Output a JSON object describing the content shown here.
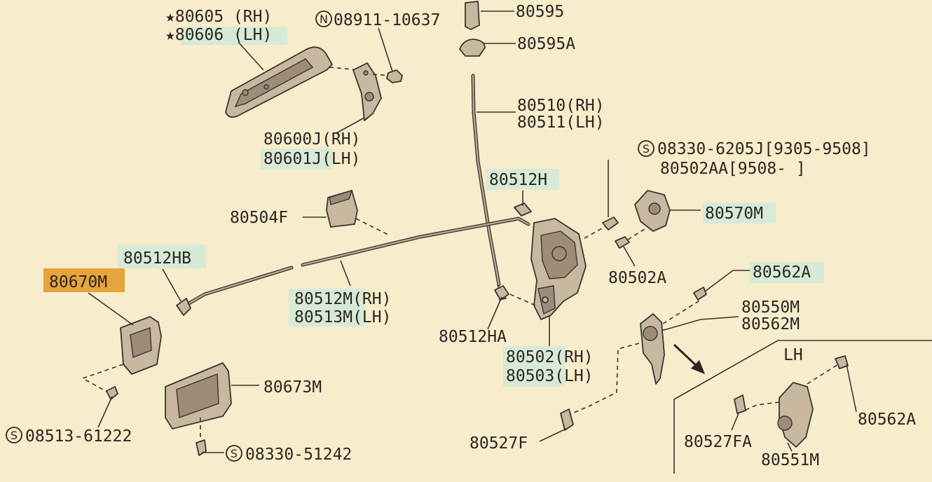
{
  "labels": {
    "l80605": "★80605 (RH)",
    "l80606": "★80606 (LH)",
    "l08911": "08911-10637",
    "l80595": "80595",
    "l80595A": "80595A",
    "l80510": "80510(RH)",
    "l80511": "80511(LH)",
    "l80600J": "80600J(RH)",
    "l80601J": "80601J(LH)",
    "l08330_6205J": "08330-6205J[9305-9508]",
    "l80502AA": "80502AA[9508-      ]",
    "l80512H": "80512H",
    "l80570M": "80570M",
    "l80504F": "80504F",
    "l80502A": "80502A",
    "l80512HB": "80512HB",
    "l80670M": "80670M",
    "l80512M": "80512M(RH)",
    "l80513M": "80513M(LH)",
    "l80562A_top": "80562A",
    "l80550M": "80550M",
    "l80562M": "80562M",
    "l80512HA": "80512HA",
    "l80502": "80502(RH)",
    "l80503": "80503(LH)",
    "lLH": "LH",
    "l80673M": "80673M",
    "l08513": "08513-61222",
    "l08330_51242": "08330-51242",
    "l80527F": "80527F",
    "l80527FA": "80527FA",
    "l80551M": "80551M",
    "l80562A_inset": "80562A"
  },
  "symbols": {
    "n": "N",
    "s": "S"
  },
  "colors": {
    "background": "#f7eccb",
    "highlight": "#d7ead6",
    "selected": "#e6a43c"
  }
}
